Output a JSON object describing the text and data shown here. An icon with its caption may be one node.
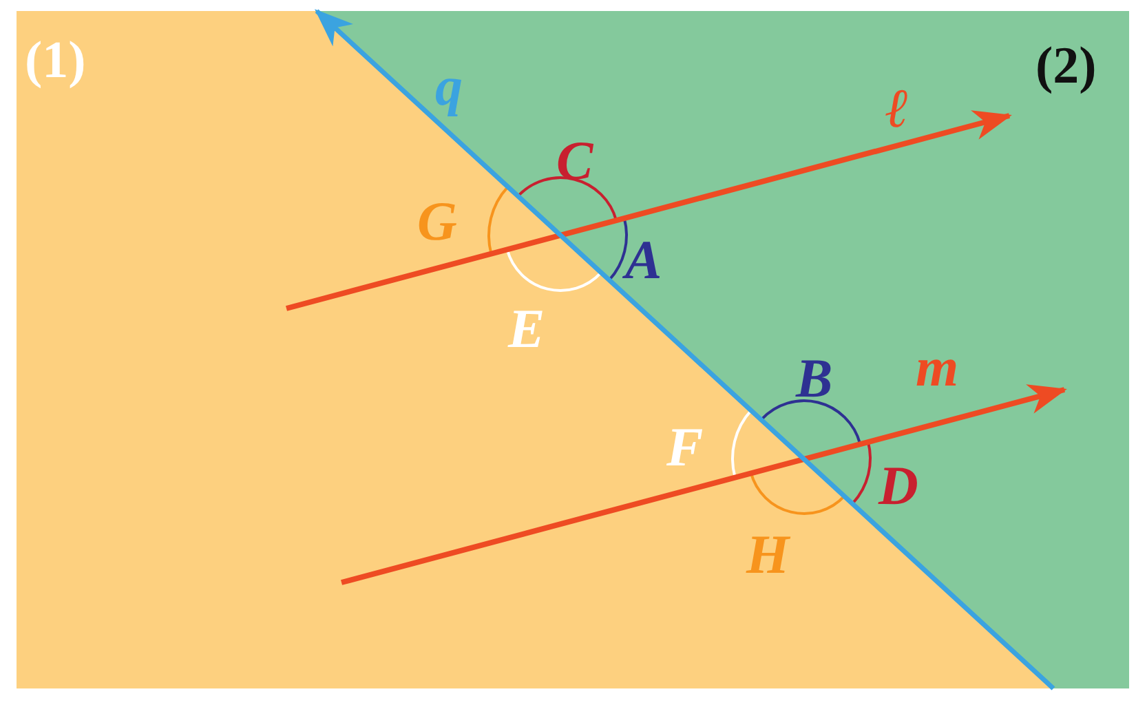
{
  "diagram": {
    "labels": [
      "(1)",
      "(2)",
      "q",
      "ℓ",
      "C",
      "G",
      "A",
      "E",
      "B",
      "m",
      "F",
      "D",
      "H"
    ]
  }
}
